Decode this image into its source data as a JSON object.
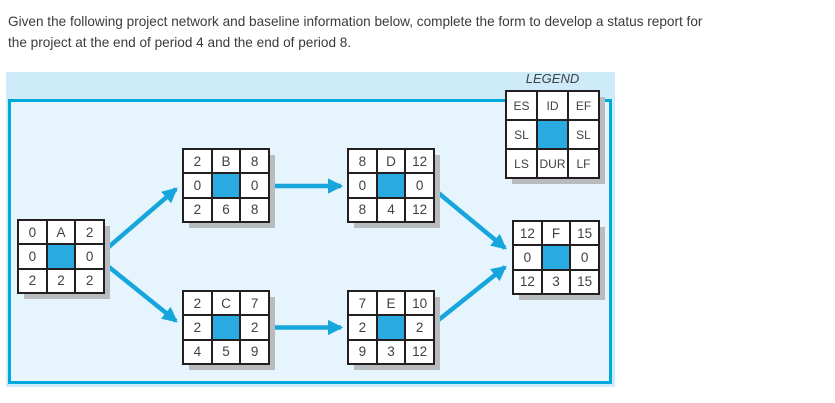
{
  "header": {
    "line1": "Given the following project network and baseline information below, complete the form to develop a status report for",
    "line2": "the project at the end of period 4 and the end of period 8."
  },
  "legend": {
    "title": "LEGEND",
    "es": "ES",
    "id": "ID",
    "ef": "EF",
    "sl_left": "SL",
    "sl_right": "SL",
    "ls": "LS",
    "dur": "DUR",
    "lf": "LF"
  },
  "nodes": [
    {
      "id": "A",
      "es": "0",
      "ef": "2",
      "sl_left": "0",
      "sl_right": "0",
      "ls": "2",
      "dur": "2",
      "lf": "2"
    },
    {
      "id": "B",
      "es": "2",
      "ef": "8",
      "sl_left": "0",
      "sl_right": "0",
      "ls": "2",
      "dur": "6",
      "lf": "8"
    },
    {
      "id": "C",
      "es": "2",
      "ef": "7",
      "sl_left": "2",
      "sl_right": "2",
      "ls": "4",
      "dur": "5",
      "lf": "9"
    },
    {
      "id": "D",
      "es": "8",
      "ef": "12",
      "sl_left": "0",
      "sl_right": "0",
      "ls": "8",
      "dur": "4",
      "lf": "12"
    },
    {
      "id": "E",
      "es": "7",
      "ef": "10",
      "sl_left": "2",
      "sl_right": "2",
      "ls": "9",
      "dur": "3",
      "lf": "12"
    },
    {
      "id": "F",
      "es": "12",
      "ef": "15",
      "sl_left": "0",
      "sl_right": "0",
      "ls": "12",
      "dur": "3",
      "lf": "15"
    }
  ],
  "dependencies": [
    "A-B",
    "A-C",
    "B-D",
    "C-E",
    "D-F",
    "E-F"
  ],
  "colors": {
    "arrow": "#17a6dc",
    "node_center_fill": "#29abe2",
    "panel_background": "#cdebf8",
    "inner_background": "#e6f5fd",
    "inner_border": "#00a9db",
    "cell_border": "#231f20",
    "drop_shadow": "#b9bcbe",
    "text": "#414042"
  }
}
